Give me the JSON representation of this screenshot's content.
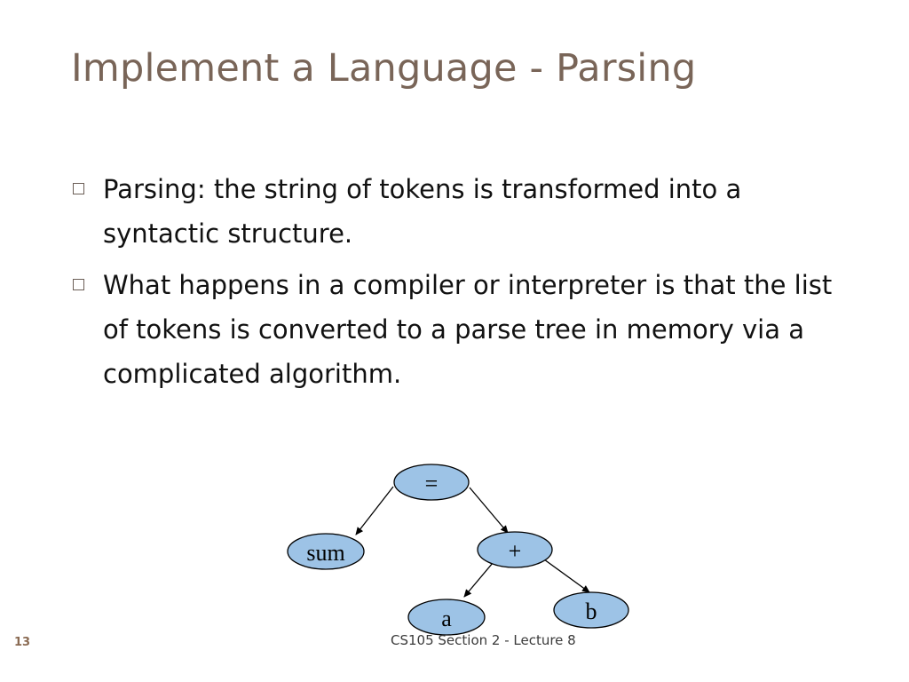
{
  "slide": {
    "title": "Implement a Language - Parsing",
    "bullets": [
      "Parsing: the string of tokens is transformed into a syntactic structure.",
      "What happens in a compiler or interpreter is that the list of tokens is converted to a parse tree in memory via a complicated algorithm."
    ],
    "footer": "CS105 Section 2 - Lecture 8",
    "page_number": "13"
  },
  "tree": {
    "nodes": {
      "root": "=",
      "left": "sum",
      "right": "+",
      "right_left": "a",
      "right_right": "b"
    },
    "node_fill": "#9dc3e6"
  },
  "colors": {
    "title": "#796558",
    "text": "#111111",
    "accent": "#8a6a52"
  }
}
